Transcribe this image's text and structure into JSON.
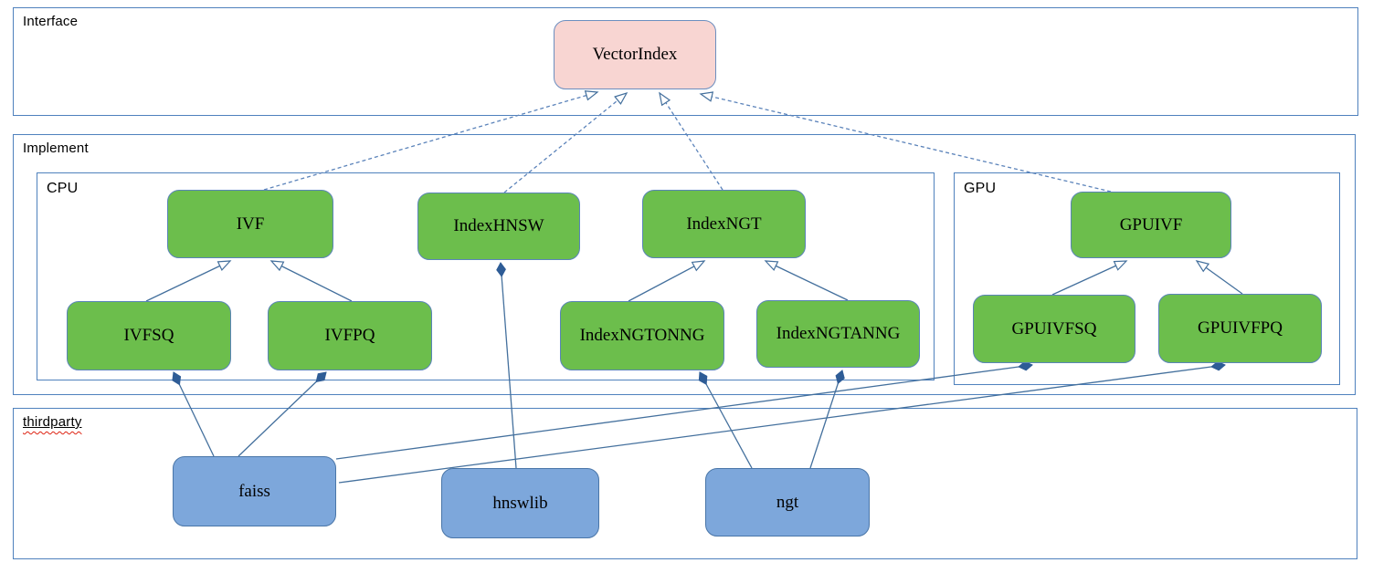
{
  "containers": {
    "interface": {
      "label": "Interface"
    },
    "implement": {
      "label": "Implement"
    },
    "cpu": {
      "label": "CPU"
    },
    "gpu": {
      "label": "GPU"
    },
    "thirdparty": {
      "label": "thirdparty"
    }
  },
  "nodes": {
    "vectorindex": {
      "label": "VectorIndex"
    },
    "ivf": {
      "label": "IVF"
    },
    "indexhnsw": {
      "label": "IndexHNSW"
    },
    "indexngt": {
      "label": "IndexNGT"
    },
    "gpuivf": {
      "label": "GPUIVF"
    },
    "ivfsq": {
      "label": "IVFSQ"
    },
    "ivfpq": {
      "label": "IVFPQ"
    },
    "indexngtonng": {
      "label": "IndexNGTONNG"
    },
    "indexngtanng": {
      "label": "IndexNGTANNG"
    },
    "gpuivfsq": {
      "label": "GPUIVFSQ"
    },
    "gpuivfpq": {
      "label": "GPUIVFPQ"
    },
    "faiss": {
      "label": "faiss"
    },
    "hnswlib": {
      "label": "hnswlib"
    },
    "ngt": {
      "label": "ngt"
    }
  },
  "relations": [
    {
      "from": "IVF",
      "to": "VectorIndex",
      "type": "realization-dashed-hollow-arrow"
    },
    {
      "from": "IndexHNSW",
      "to": "VectorIndex",
      "type": "realization-dashed-hollow-arrow"
    },
    {
      "from": "IndexNGT",
      "to": "VectorIndex",
      "type": "realization-dashed-hollow-arrow"
    },
    {
      "from": "GPUIVF",
      "to": "VectorIndex",
      "type": "realization-dashed-hollow-arrow"
    },
    {
      "from": "IVFSQ",
      "to": "IVF",
      "type": "generalization-hollow-arrow"
    },
    {
      "from": "IVFPQ",
      "to": "IVF",
      "type": "generalization-hollow-arrow"
    },
    {
      "from": "IndexNGTONNG",
      "to": "IndexNGT",
      "type": "generalization-hollow-arrow"
    },
    {
      "from": "IndexNGTANNG",
      "to": "IndexNGT",
      "type": "generalization-hollow-arrow"
    },
    {
      "from": "GPUIVFSQ",
      "to": "GPUIVF",
      "type": "generalization-hollow-arrow"
    },
    {
      "from": "GPUIVFPQ",
      "to": "GPUIVF",
      "type": "generalization-hollow-arrow"
    },
    {
      "from": "faiss",
      "to": "IVFSQ",
      "type": "composition-filled-diamond"
    },
    {
      "from": "faiss",
      "to": "IVFPQ",
      "type": "composition-filled-diamond"
    },
    {
      "from": "faiss",
      "to": "GPUIVFSQ",
      "type": "composition-filled-diamond"
    },
    {
      "from": "faiss",
      "to": "GPUIVFPQ",
      "type": "composition-filled-diamond"
    },
    {
      "from": "hnswlib",
      "to": "IndexHNSW",
      "type": "composition-filled-diamond"
    },
    {
      "from": "ngt",
      "to": "IndexNGTONNG",
      "type": "composition-filled-diamond"
    },
    {
      "from": "ngt",
      "to": "IndexNGTANNG",
      "type": "composition-filled-diamond"
    }
  ],
  "colors": {
    "interface_node_fill": "#f8d5d2",
    "class_node_fill": "#6cbe4c",
    "thirdparty_node_fill": "#7da7db",
    "container_border": "#4f81bd",
    "connector": "#44709d",
    "diamond_fill": "#2e5c96",
    "spellcheck_squiggle": "#dd2211",
    "text": "#000000"
  }
}
